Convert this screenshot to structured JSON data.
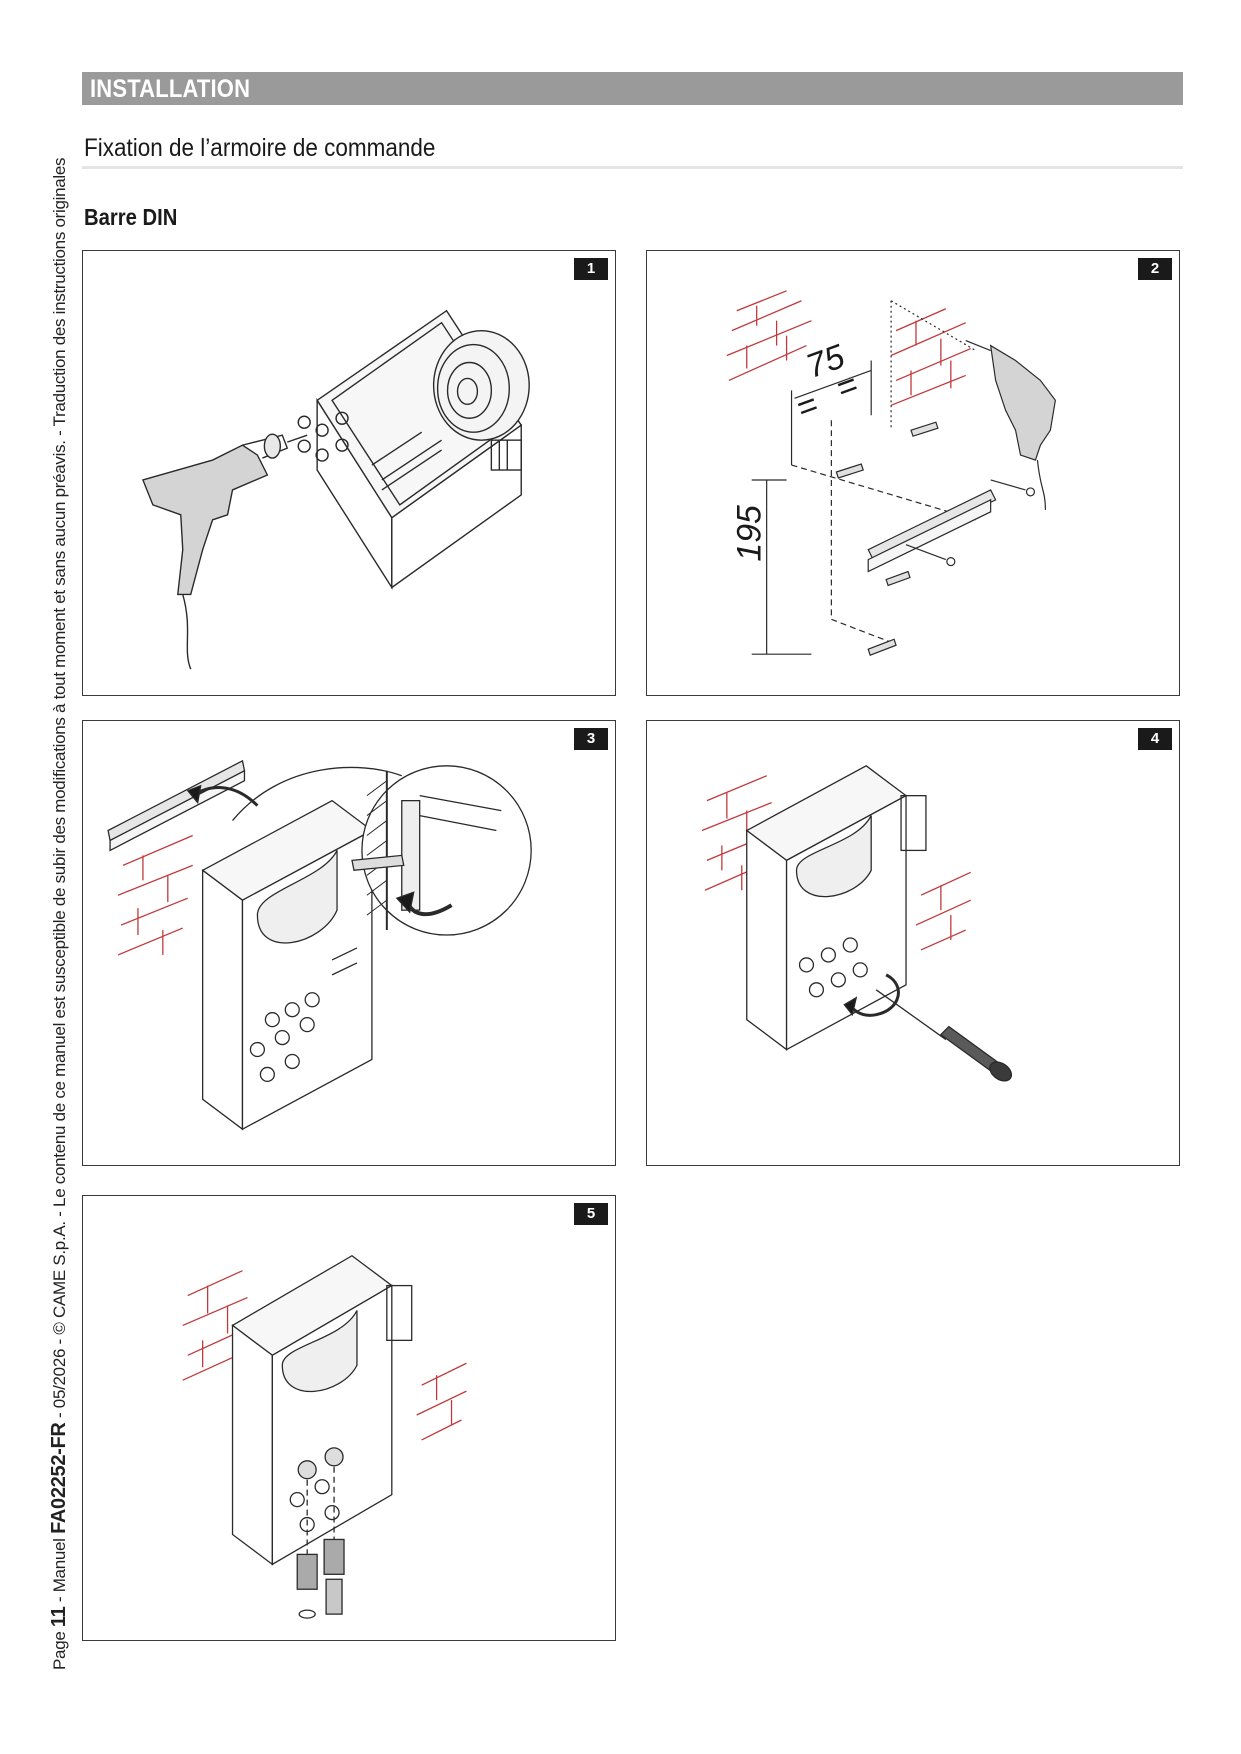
{
  "sidebar": {
    "page_prefix": "Page ",
    "page_number": "11",
    "manual_prefix": " - Manuel ",
    "manual_code": "FA02252-FR",
    "rest": " - 05/2026 - © CAME S.p.A. - Le contenu de ce manuel est susceptible de subir des modifications à tout moment et sans aucun préavis. - Traduction des instructions originales"
  },
  "header": {
    "section_title": "INSTALLATION",
    "subtitle": "Fixation de l’armoire de commande",
    "subsubtitle": "Barre DIN"
  },
  "figures": [
    {
      "step": "1"
    },
    {
      "step": "2",
      "dims": {
        "width": "75",
        "height": "195",
        "equal_mark": "="
      }
    },
    {
      "step": "3"
    },
    {
      "step": "4"
    },
    {
      "step": "5"
    }
  ],
  "colors": {
    "brick": "#c0393b",
    "section_bar": "#9a9a9a",
    "line": "#2a2a2a"
  }
}
